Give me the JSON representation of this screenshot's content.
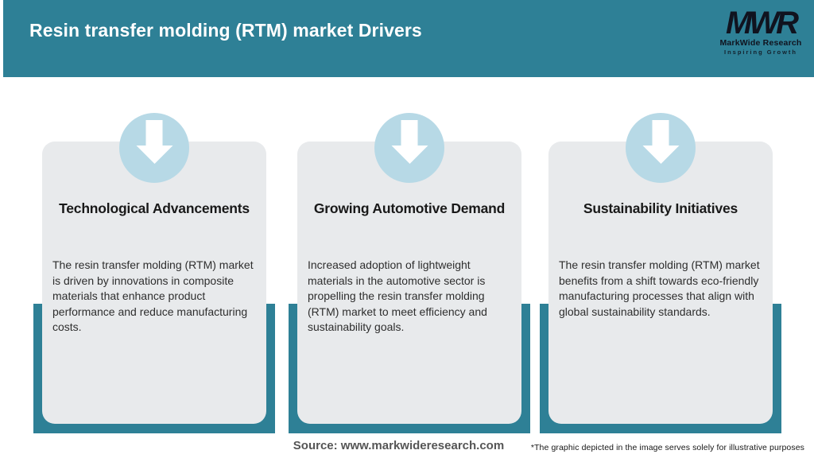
{
  "header": {
    "title": "Resin transfer molding (RTM) market Drivers",
    "logo": {
      "monogram": "MWR",
      "company": "MarkWide Research",
      "tagline": "Inspiring Growth"
    }
  },
  "drivers": [
    {
      "title": "Technological Advancements",
      "icon": "down-arrow-icon",
      "body": "The resin transfer molding (RTM) market is driven by innovations in composite materials that enhance product performance and reduce manufacturing costs."
    },
    {
      "title": "Growing Automotive Demand",
      "icon": "down-arrow-icon",
      "body": "Increased adoption of lightweight materials in the automotive sector is propelling the resin transfer molding (RTM) market to meet efficiency and sustainability goals."
    },
    {
      "title": "Sustainability Initiatives",
      "icon": "down-arrow-icon",
      "body": "The resin transfer molding (RTM) market benefits from a shift towards eco-friendly manufacturing processes that align with global sustainability standards."
    }
  ],
  "footer": {
    "source": "Source: www.markwideresearch.com",
    "disclaimer": "*The graphic depicted in the image serves solely for illustrative purposes"
  },
  "colors": {
    "header_teal": "#2e8096",
    "band_teal": "#2e8096",
    "card_gray": "#e8eaec",
    "circle_blue": "#b7d9e6",
    "title_text": "#ffffff",
    "body_text": "#2e2e2e"
  }
}
